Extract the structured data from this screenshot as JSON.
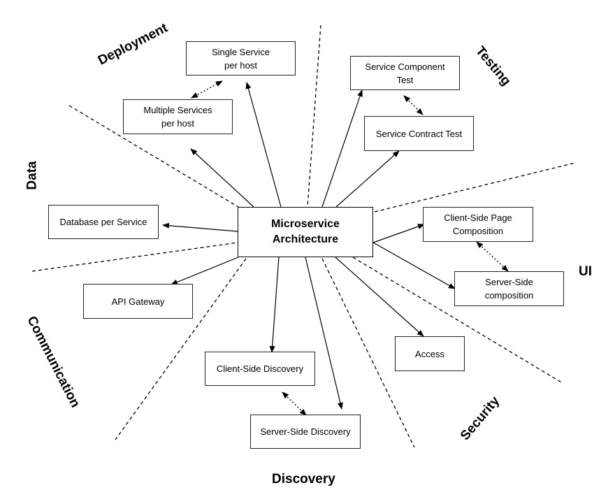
{
  "center": {
    "label": "Microservice\nArchitecture"
  },
  "categories": {
    "deployment": "Deployment",
    "testing": "Testing",
    "data": "Data",
    "ui": "UI",
    "communication": "Communication",
    "security": "Security",
    "discovery": "Discovery"
  },
  "nodes": {
    "single_service_per_host": "Single Service\nper host",
    "multiple_services_per_host": "Multiple Services\nper host",
    "service_component_test": "Service Component\nTest",
    "service_contract_test": "Service Contract Test",
    "database_per_service": "Database per Service",
    "client_side_page_composition": "Client-Side Page\nComposition",
    "server_side_composition": "Server-Side\ncomposition",
    "api_gateway": "API Gateway",
    "access": "Access",
    "client_side_discovery": "Client-Side Discovery",
    "server_side_discovery": "Server-Side Discovery"
  },
  "relations": [
    {
      "from": "Single Service per host",
      "to": "Multiple Services per host",
      "type": "alternative"
    },
    {
      "from": "Service Component Test",
      "to": "Service Contract Test",
      "type": "alternative"
    },
    {
      "from": "Client-Side Page Composition",
      "to": "Server-Side composition",
      "type": "alternative"
    },
    {
      "from": "Client-Side Discovery",
      "to": "Server-Side Discovery",
      "type": "alternative"
    }
  ]
}
